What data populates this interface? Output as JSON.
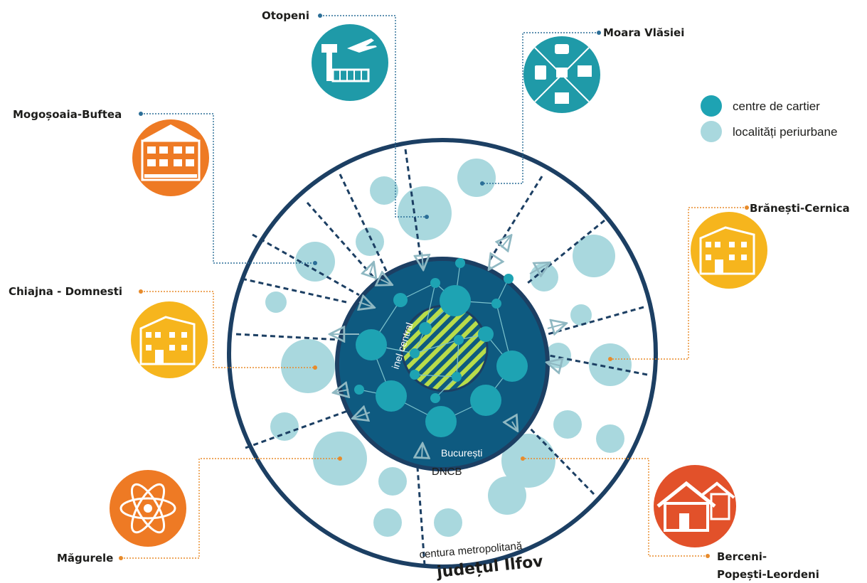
{
  "colors": {
    "navy": "#1c3f63",
    "inner_blue": "#0e5a80",
    "center_dot": "#1ea3b3",
    "periurban_dot": "#a9d8de",
    "green_hatch": "#b8dc4a",
    "icon_teal": "#1f9aa8",
    "icon_orange": "#ee7a24",
    "icon_yellow": "#f6b51d",
    "icon_red": "#e2512a",
    "connector_blue": "#2b6e97",
    "connector_orange": "#e88b2b"
  },
  "legend": {
    "centers_label": "centre de cartier",
    "periurban_label": "localități periurbane"
  },
  "localities": {
    "otopeni": "Otopeni",
    "moara_vlasiei": "Moara Vlăsiei",
    "mogosoaia_buftea": "Mogoșoaia-Buftea",
    "branesti_cernica": "Brănești-Cernica",
    "chiajna_domnesti": "Chiajna - Domnesti",
    "magurele": "Măgurele",
    "berceni_line1": "Berceni-",
    "berceni_line2": "Popești-Leordeni"
  },
  "icons": {
    "otopeni": "airport-icon",
    "moara_vlasiei": "logistics-transport-icon",
    "mogosoaia_buftea": "palace-building-icon",
    "branesti_cernica": "building-icon",
    "chiajna_domnesti": "building-icon",
    "magurele": "atom-icon",
    "berceni": "houses-icon"
  },
  "ring_labels": {
    "inel_central": "inel central",
    "bucuresti": "București",
    "dncb": "DNCB",
    "centura": "centura metropolitană",
    "judetul_ilfov": "județul Ilfov"
  }
}
